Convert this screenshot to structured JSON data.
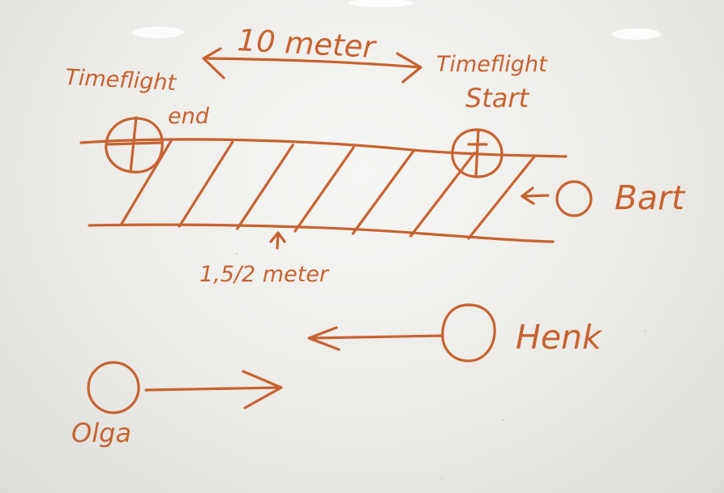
{
  "ink_color": "#c8622f",
  "labels": {
    "distance_top": "10 meter",
    "timeflight_end_line1": "Timeflight",
    "timeflight_end_line2": "end",
    "timeflight_start_line1": "Timeflight",
    "timeflight_start_line2": "Start",
    "track_width": "1,5/2 meter",
    "bart": "Bart",
    "henk": "Henk",
    "olga": "Olga"
  },
  "track": {
    "hatch_count": 7
  }
}
